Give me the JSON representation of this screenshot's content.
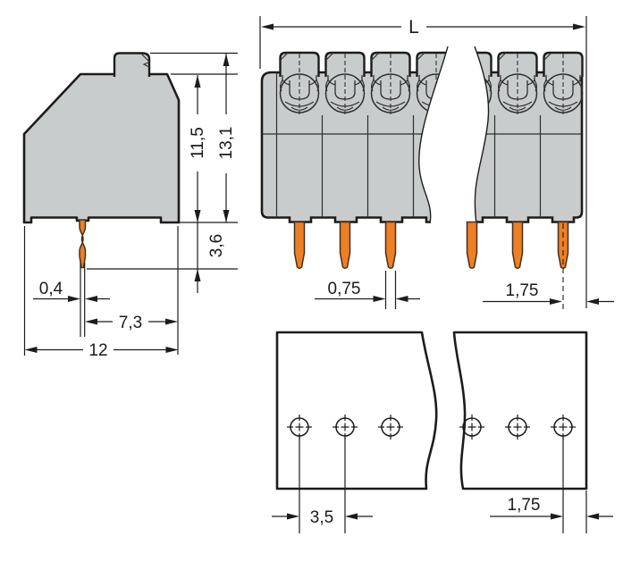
{
  "diagram": {
    "side_view": {
      "height_upper": "11,5",
      "height_total": "13,1",
      "pin_protrusion": "3,6",
      "pin_thickness": "0,4",
      "pin_to_edge": "7,3",
      "depth": "12"
    },
    "front_view": {
      "length_label": "L",
      "pin_width": "0,75",
      "pin_edge_distance": "1,75"
    },
    "drilling_plan": {
      "hole_pitch": "3,5",
      "hole_edge_distance": "1,75"
    },
    "colors": {
      "housing_gray": "#c9cccd",
      "pin_orange": "#ee7f22",
      "line_dark": "#1d1c1a"
    }
  }
}
